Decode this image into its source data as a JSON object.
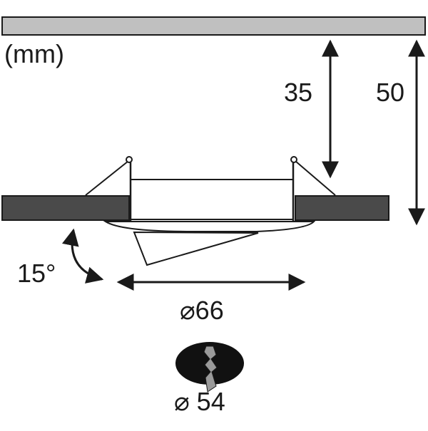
{
  "unit": "(mm)",
  "dimensions": {
    "depth": "35",
    "total_height": "50",
    "tilt_angle": "15°",
    "diameter": "⌀66",
    "cutout": "⌀ 54"
  },
  "colors": {
    "ceiling_fill": "#c0c0c0",
    "panel_fill": "#4a4a4a",
    "line": "#1a1a1a",
    "cutout_fill": "#111111"
  }
}
